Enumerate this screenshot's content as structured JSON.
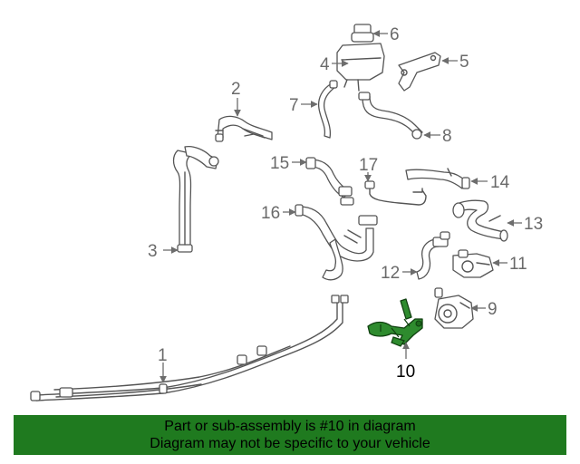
{
  "diagram": {
    "highlighted_part": "10",
    "callouts": [
      "1",
      "2",
      "3",
      "4",
      "5",
      "6",
      "7",
      "8",
      "9",
      "10",
      "11",
      "12",
      "13",
      "14",
      "15",
      "16",
      "17"
    ],
    "colors": {
      "highlight": "#1f7a1f",
      "line": "#555555",
      "label": "#6a6a6a"
    }
  },
  "footer": {
    "line1": "Part or sub-assembly is #10 in diagram",
    "line2": "Diagram may not be specific to your vehicle"
  }
}
